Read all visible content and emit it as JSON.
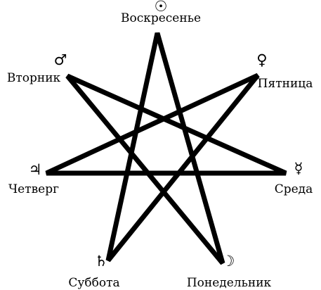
{
  "diagram": {
    "ink_color": "#000000",
    "background": "#ffffff",
    "star": {
      "shape": "heptagram",
      "connection_order": [
        "sunday",
        "monday",
        "tuesday",
        "wednesday",
        "thursday",
        "friday",
        "saturday"
      ]
    },
    "points": [
      {
        "id": "sunday",
        "label": "Воскресенье",
        "symbol": "☉",
        "symbol_name": "sun-icon"
      },
      {
        "id": "friday",
        "label": "Пятница",
        "symbol": "♀",
        "symbol_name": "venus-icon"
      },
      {
        "id": "wednesday",
        "label": "Среда",
        "symbol": "☿",
        "symbol_name": "mercury-icon"
      },
      {
        "id": "monday",
        "label": "Понедельник",
        "symbol": "☽",
        "symbol_name": "moon-icon"
      },
      {
        "id": "saturday",
        "label": "Суббота",
        "symbol": "♄",
        "symbol_name": "saturn-icon"
      },
      {
        "id": "thursday",
        "label": "Четверг",
        "symbol": "♃",
        "symbol_name": "jupiter-icon"
      },
      {
        "id": "tuesday",
        "label": "Вторник",
        "symbol": "♂",
        "symbol_name": "mars-icon"
      }
    ]
  }
}
